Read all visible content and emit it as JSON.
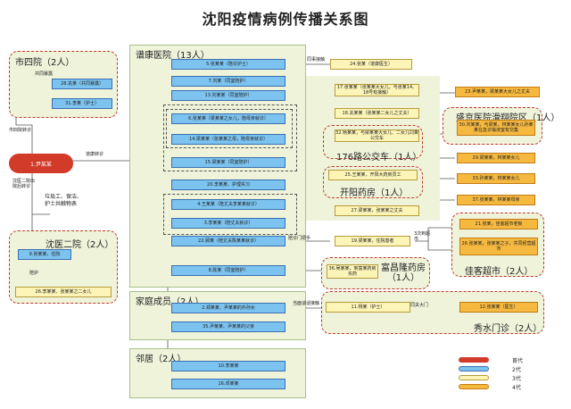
{
  "title": "沈阳疫情病例传播关系图",
  "groups": {
    "shisi": "市四院（2人）",
    "erhe": "谱康医院（13人）",
    "shener": "沈医二院（2人）",
    "jiating": "家庭成员（2人）",
    "linju": "邻居（2人）",
    "shengjing": "盛京医院滑翔院区（1人）",
    "bus": "176路公交车（1人）",
    "kaiyang": "开阳药房（1人）",
    "fuchang": "富昌隆药房（1人）",
    "jiake": "佳客超市（2人）",
    "xiushui": "秀水门诊（2人）"
  },
  "root": "1.尹某某",
  "nodes": {
    "n28": "28.袁某（共同暴露）",
    "n31": "31.李某（护士）",
    "n5": "5.张某某（陪诊护士）",
    "n7": "7.刘某（同室陪护）",
    "n13": "13.刘某某（同室陪护）",
    "n6": "6.张某某（梁某某之女儿，陪母亲就诊）",
    "n14": "14.梁某某（张某某之母，陪母亲就诊）",
    "n15": "15.梁某某（同室陪护）",
    "n20": "20.李某某、护理实习",
    "n4": "4.王某某（陪丈夫李某某就诊）",
    "n3": "3.李某某（陪丈夫就诊）",
    "n22": "22.顾某（陪丈夫陈某某就诊）",
    "n8": "8.陈某（同室陪护）",
    "n24": "24.张某（谱康医生）",
    "n17": "17.张某某（张某某大女儿，与张某14、18号有接触）",
    "n18": "18.关某某（张某某二女儿之丈夫）",
    "n23": "23.尹某某，梁某某大女儿之丈夫",
    "n32": "32.杨某某，与梁某某大女儿、二女儿同乘公交车",
    "n30": "30.刘某某，与梁某、林某某女儿孙某某在急诊输液室有交集",
    "n25": "25.王某某，开阳大药房员工",
    "n27": "27.梁某某，张某某之丈夫",
    "n29": "29.梁某某，林某某女儿",
    "n33": "33.孙某某，林某某女儿",
    "n37": "37.张某某，林某某母亲",
    "n19": "19.梁某某，住院患者",
    "n21": "21.张某，佳客超市老板",
    "n26b": "26.张某某，张某某之子，共同经营超市",
    "n36": "36.吴某某，到富某药房买药",
    "n9": "9.张某某，住院",
    "n26": "26.李某某、张某某之二女儿",
    "n2": "2.郑某某、尹某某的外孙女",
    "n35": "35.尹某某、尹某某的父亲",
    "n10": "10.李某某",
    "n16": "16.邓某某",
    "n11": "11.杨某（护士）",
    "n12": "12.张某某（医生）"
  },
  "edges": {
    "gongtong": "共同暴露",
    "shisi_zhuanzhen": "市四院转诊",
    "pukang_zhuanzhen": "谱康转诊",
    "shener_zhuanzhen": "沈医二院出院后转诊",
    "gongyou": "垃圾工、保洁、护士共触物表",
    "jianhu": "陪护",
    "tongjian": "同事接触",
    "guanlian": "陪诊门把手",
    "chaoshi": "3次到超市",
    "shengmian": "当面谈话接触",
    "menzhen": "共同关大门"
  },
  "legend": [
    {
      "label": "首代",
      "color": "#d23a2a"
    },
    {
      "label": "2代",
      "color": "#7cc3ef"
    },
    {
      "label": "3代",
      "color": "#fdf5b8"
    },
    {
      "label": "4代",
      "color": "#f6b940"
    }
  ]
}
